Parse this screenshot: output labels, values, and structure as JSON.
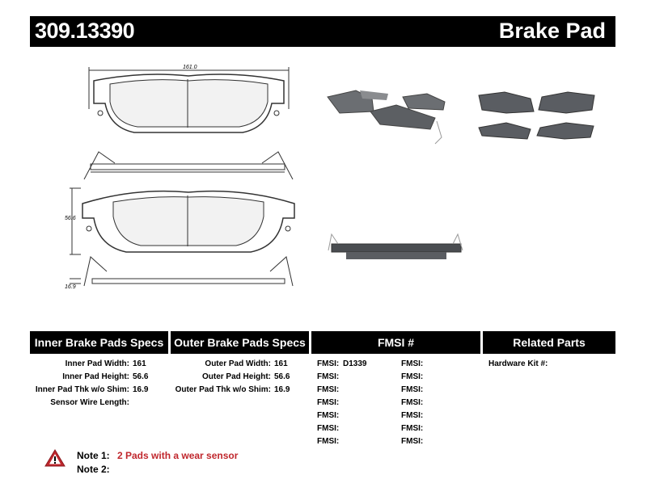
{
  "header": {
    "part_number": "309.13390",
    "title": "Brake Pad"
  },
  "drawing": {
    "width_label": "161.0",
    "height_label": "56.6",
    "thickness_label": "16.9"
  },
  "specs": {
    "inner_header": "Inner Brake Pads Specs",
    "outer_header": "Outer Brake Pads Specs",
    "fmsi_header": "FMSI #",
    "related_header": "Related Parts",
    "inner": [
      {
        "label": "Inner Pad Width:",
        "value": "161"
      },
      {
        "label": "Inner Pad Height:",
        "value": "56.6"
      },
      {
        "label": "Inner Pad Thk w/o Shim:",
        "value": "16.9"
      },
      {
        "label": "Sensor Wire Length:",
        "value": ""
      }
    ],
    "outer": [
      {
        "label": "Outer Pad Width:",
        "value": "161"
      },
      {
        "label": "Outer Pad Height:",
        "value": "56.6"
      },
      {
        "label": "Outer Pad Thk w/o Shim:",
        "value": "16.9"
      }
    ],
    "fmsi_left": [
      {
        "label": "FMSI:",
        "value": "D1339"
      },
      {
        "label": "FMSI:",
        "value": ""
      },
      {
        "label": "FMSI:",
        "value": ""
      },
      {
        "label": "FMSI:",
        "value": ""
      },
      {
        "label": "FMSI:",
        "value": ""
      },
      {
        "label": "FMSI:",
        "value": ""
      },
      {
        "label": "FMSI:",
        "value": ""
      }
    ],
    "fmsi_right": [
      {
        "label": "FMSI:",
        "value": ""
      },
      {
        "label": "FMSI:",
        "value": ""
      },
      {
        "label": "FMSI:",
        "value": ""
      },
      {
        "label": "FMSI:",
        "value": ""
      },
      {
        "label": "FMSI:",
        "value": ""
      },
      {
        "label": "FMSI:",
        "value": ""
      },
      {
        "label": "FMSI:",
        "value": ""
      }
    ],
    "related": [
      {
        "label": "Hardware Kit #:",
        "value": ""
      }
    ]
  },
  "notes": [
    {
      "label": "Note 1:",
      "value": "2 Pads with a wear sensor"
    },
    {
      "label": "Note 2:",
      "value": ""
    }
  ],
  "colors": {
    "header_bg": "#000000",
    "note_red": "#c0272d",
    "pad_gray": "#5a5d62"
  }
}
